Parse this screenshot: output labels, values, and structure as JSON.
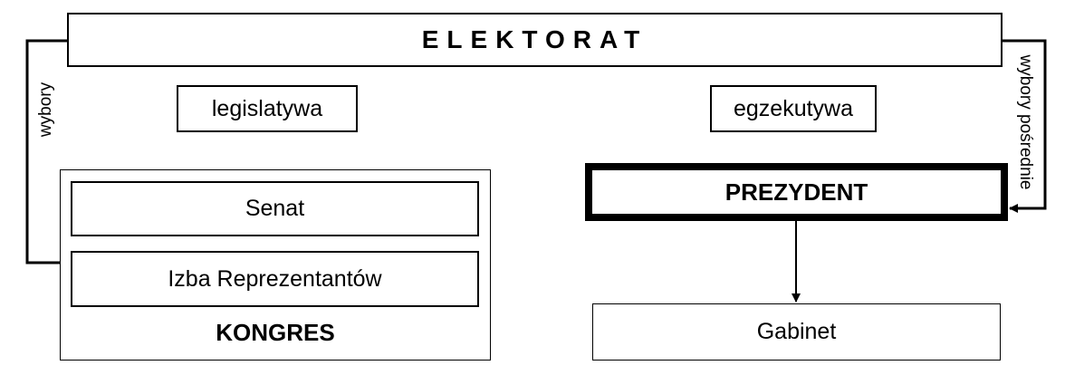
{
  "nodes": {
    "elektorat": "ELEKTORAT",
    "legislatywa": "legislatywa",
    "egzekutywa": "egzekutywa",
    "senat": "Senat",
    "izba": "Izba Reprezentantów",
    "kongres": "KONGRES",
    "prezydent": "PREZYDENT",
    "gabinet": "Gabinet"
  },
  "edges": {
    "wybory": "wybory",
    "wybory_posrednie": "wybory pośrednie"
  }
}
